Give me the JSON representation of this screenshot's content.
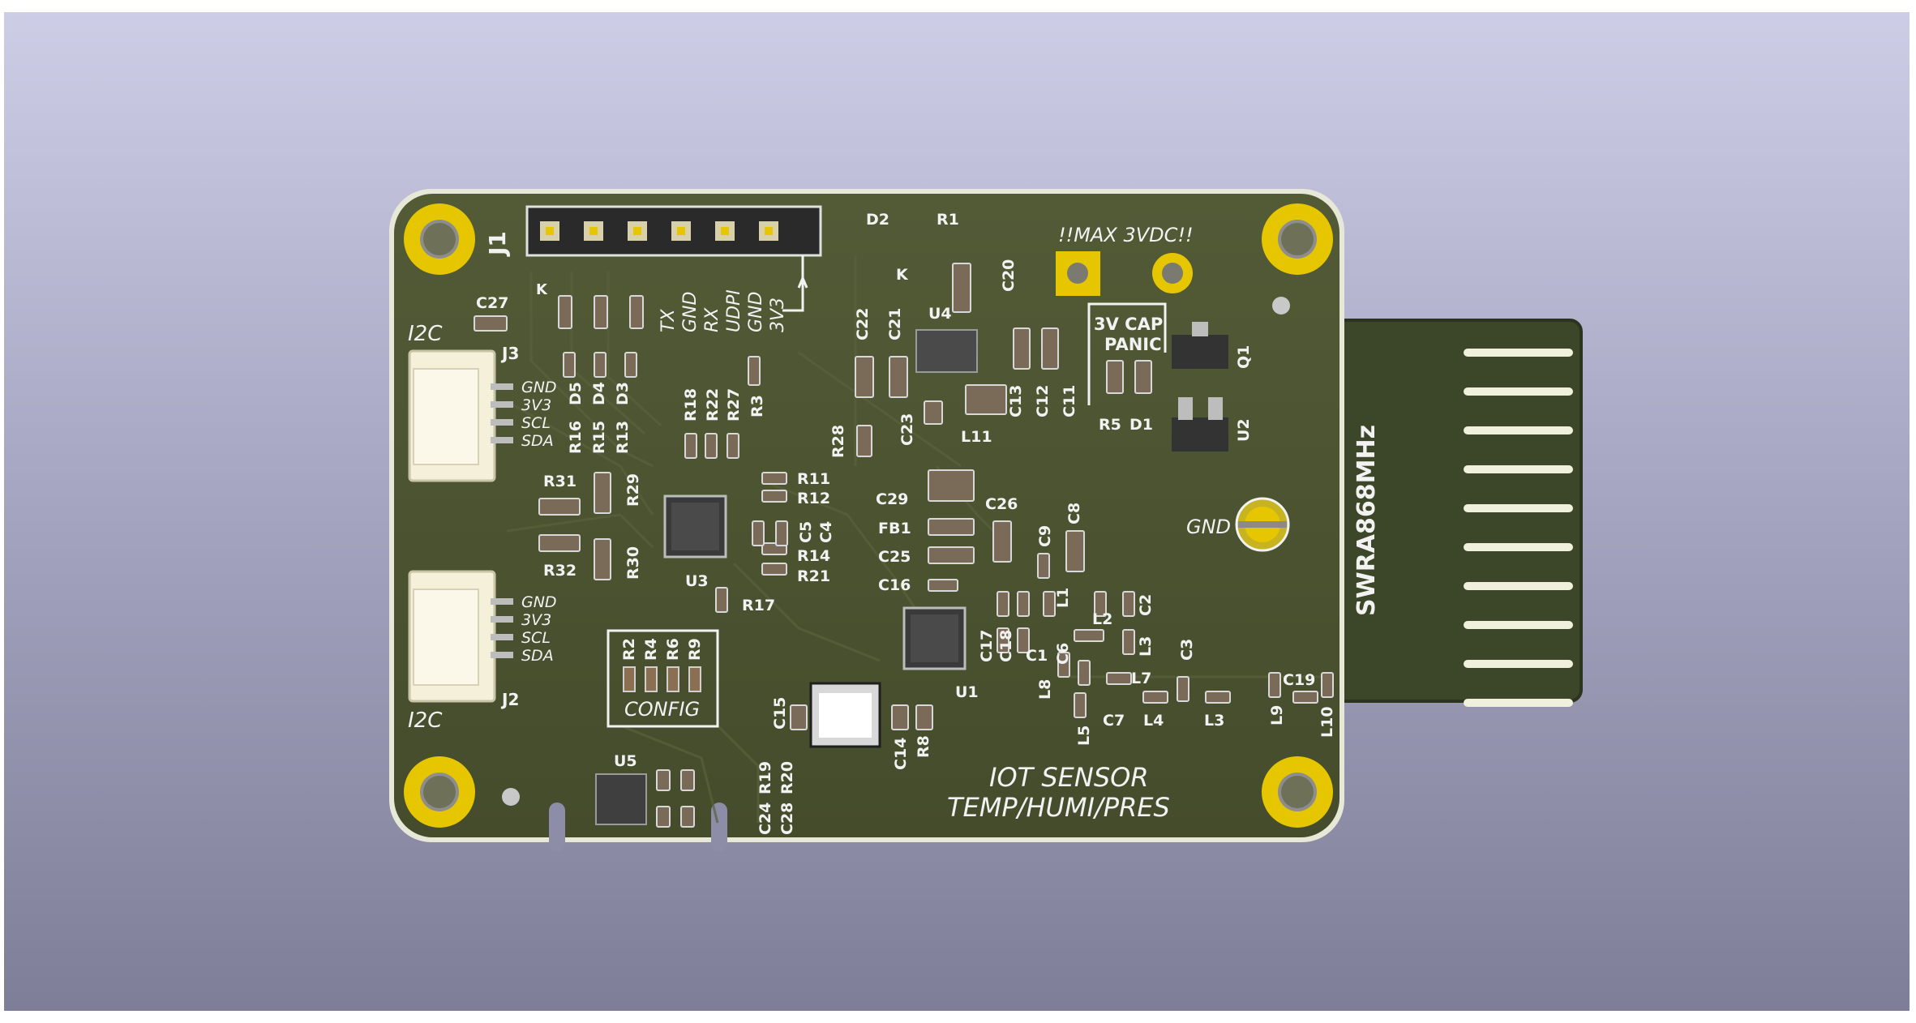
{
  "board": {
    "header": {
      "ref": "J1",
      "pins": [
        "TX",
        "GND",
        "RX",
        "UDPI",
        "GND",
        "3V3"
      ],
      "k_label": "K"
    },
    "warning": "!!MAX 3VDC!!",
    "panic_label": [
      "3V CAP",
      "PANIC"
    ],
    "gnd_label": "GND",
    "antenna_label": "SWRA868MHz",
    "title": [
      "IOT SENSOR",
      "TEMP/HUMI/PRES"
    ],
    "config_label": "CONFIG",
    "config_refs": [
      "R2",
      "R4",
      "R6",
      "R9"
    ],
    "i2c_label": "I2C",
    "i2c_pins": [
      "GND",
      "3V3",
      "SCL",
      "SDA"
    ],
    "connector_refs": [
      "J3",
      "J2"
    ],
    "refs_left": [
      "C27",
      "R16",
      "D5",
      "R15",
      "D4",
      "R13",
      "D3",
      "R31",
      "R29",
      "R32",
      "R30"
    ],
    "refs_mcu": [
      "R18",
      "R22",
      "R27",
      "R3",
      "R11",
      "R12",
      "C5",
      "C4",
      "R14",
      "R21",
      "U3",
      "R17"
    ],
    "refs_power": [
      "D2",
      "K",
      "R1",
      "C20",
      "U4",
      "C22",
      "C21",
      "C13",
      "C12",
      "C11",
      "C23",
      "L11",
      "R28",
      "R5",
      "D1",
      "Q1",
      "U2"
    ],
    "refs_rf": [
      "C29",
      "FB1",
      "C25",
      "C16",
      "C26",
      "C8",
      "C9",
      "L1",
      "L2",
      "C2",
      "L3",
      "C17",
      "C18",
      "C1",
      "C6",
      "L8",
      "L7",
      "C3",
      "C7",
      "L4",
      "L3",
      "L5",
      "L9",
      "C19",
      "L10",
      "U1"
    ],
    "refs_bottom": [
      "C15",
      "C14",
      "R8",
      "U5",
      "R19",
      "R20",
      "C24",
      "C28"
    ]
  },
  "colors": {
    "pcb": "#4a5230",
    "pcb_edge": "#d9d9c8",
    "pad_gold": "#e6c600",
    "silk": "#f2f2f2",
    "antenna": "#3a4428",
    "antenna_trace": "#f0f0dc"
  }
}
